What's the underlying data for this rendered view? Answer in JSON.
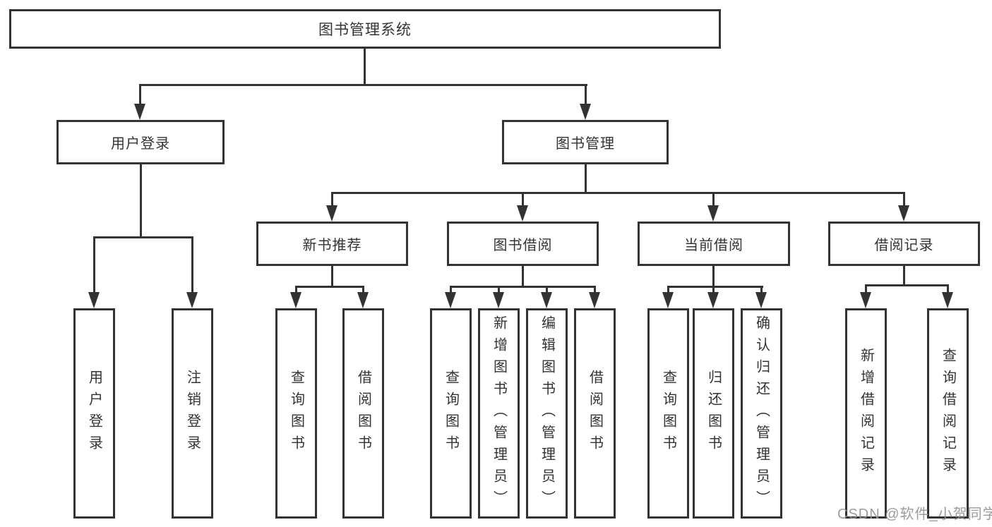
{
  "diagram": {
    "type": "hierarchy-tree",
    "root": {
      "label": "图书管理系统",
      "children": [
        {
          "label": "用户登录",
          "children": [
            {
              "label": "用户登录"
            },
            {
              "label": "注销登录"
            }
          ]
        },
        {
          "label": "图书管理",
          "children": [
            {
              "label": "新书推荐",
              "children": [
                {
                  "label": "查询图书"
                },
                {
                  "label": "借阅图书"
                }
              ]
            },
            {
              "label": "图书借阅",
              "children": [
                {
                  "label": "查询图书"
                },
                {
                  "label": "新增图书（管理员）"
                },
                {
                  "label": "编辑图书（管理员）"
                },
                {
                  "label": "借阅图书"
                }
              ]
            },
            {
              "label": "当前借阅",
              "children": [
                {
                  "label": "查询图书"
                },
                {
                  "label": "归还图书"
                },
                {
                  "label": "确认归还（管理员）"
                }
              ]
            },
            {
              "label": "借阅记录",
              "children": [
                {
                  "label": "新增借阅记录"
                },
                {
                  "label": "查询借阅记录"
                }
              ]
            }
          ]
        }
      ]
    }
  },
  "watermark": {
    "text": "CSDN @软件_小贺同学"
  },
  "colors": {
    "line": "#333333",
    "box_background": "#ffffff",
    "text": "#333333",
    "watermark": "#949494",
    "page_background": "#ffffff"
  }
}
